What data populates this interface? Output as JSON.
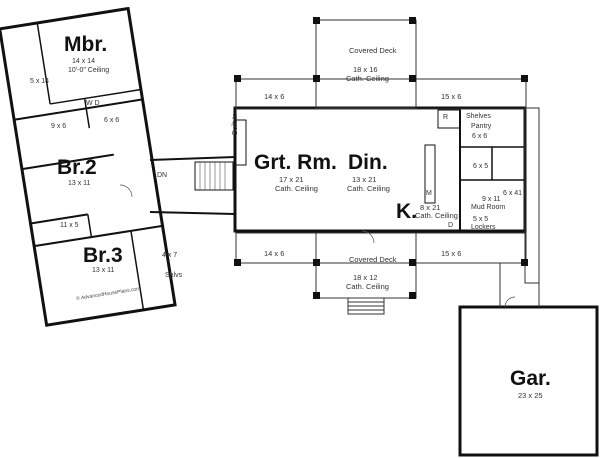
{
  "rooms": {
    "mbr": {
      "name": "Mbr.",
      "dims": "14 x 14",
      "note": "10'-0\" Ceiling"
    },
    "bath_top": {
      "dims": "5 x 14"
    },
    "closet_top": {
      "dims": "9 x 6"
    },
    "wd": {
      "label": "W D"
    },
    "hall_top": {
      "dims": "6 x 6"
    },
    "br2": {
      "name": "Br.2",
      "dims": "13 x 11"
    },
    "bath_mid": {
      "dims": "11 x 5"
    },
    "br3": {
      "name": "Br.3",
      "dims": "13 x 11"
    },
    "closet_br3": {
      "dims": "4 x 7"
    },
    "shlvs": {
      "label": "Shlvs"
    },
    "stairs": {
      "label": "DN"
    },
    "builtin": {
      "label": "Built-In"
    },
    "grt": {
      "name": "Grt. Rm.",
      "dims": "17 x 21",
      "note": "Cath. Ceiling"
    },
    "din": {
      "name": "Din.",
      "dims": "13 x 21",
      "note": "Cath. Ceiling"
    },
    "kit": {
      "name": "K.",
      "dims": "8 x 21",
      "note": "Cath. Ceiling",
      "m": "M",
      "d": "D"
    },
    "pantry": {
      "shelves": "Shelves",
      "name": "Pantry",
      "dims": "6 x 6",
      "r": "R"
    },
    "bath_right": {
      "dims": "6 x 5"
    },
    "mudroom": {
      "name": "Mud Room",
      "dims": "9 x 11"
    },
    "lockers": {
      "dims": "5 x 5",
      "label": "Lockers"
    },
    "side_porch": {
      "dims": "6 x 41"
    },
    "deck_top": {
      "name": "Covered Deck",
      "dims": "18 x 16",
      "note": "Cath. Ceiling"
    },
    "deck_top_left": {
      "dims": "14 x 6"
    },
    "deck_top_right": {
      "dims": "15 x 6"
    },
    "deck_bottom": {
      "name": "Covered Deck",
      "dims": "18 x 12",
      "note": "Cath. Ceiling"
    },
    "deck_bottom_left": {
      "dims": "14 x 6"
    },
    "deck_bottom_right": {
      "dims": "15 x 6"
    },
    "garage": {
      "name": "Gar.",
      "dims": "23 x 25"
    }
  },
  "copyright": "© AdvancedHousePlans.com"
}
